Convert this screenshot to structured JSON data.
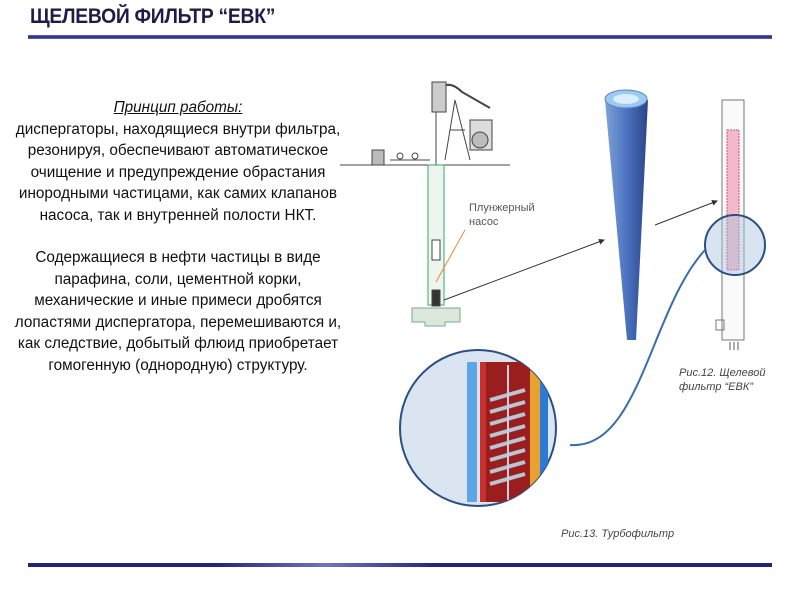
{
  "title": "ЩЕЛЕВОЙ ФИЛЬТР “ЕВК”",
  "principle": {
    "heading": "Принцип работы:",
    "paragraph1": "диспергаторы, находящиеся внутри фильтра, резонируя, обеспечивают автоматическое очищение и предупреждение обрастания инородными частицами, как самих клапанов насоса, так и внутренней полости НКТ.",
    "paragraph2": "Содержащиеся в нефти частицы в виде парафина, соли, цементной корки, механические и иные примеси дробятся лопастями диспергатора, перемешиваются и, как следствие, добытый флюид приобретает гомогенную (однородную) структуру."
  },
  "figures": {
    "pump_label_line1": "Плунжерный",
    "pump_label_line2": "насос",
    "fig12_line1": "Рис.12. Щелевой",
    "fig12_line2": "фильтр “ЕВК”",
    "fig13": "Рис.13. Турбофильтр"
  },
  "colors": {
    "title": "#231a4a",
    "rule": "#1f2580",
    "accent_circle": "#2a4f86"
  }
}
